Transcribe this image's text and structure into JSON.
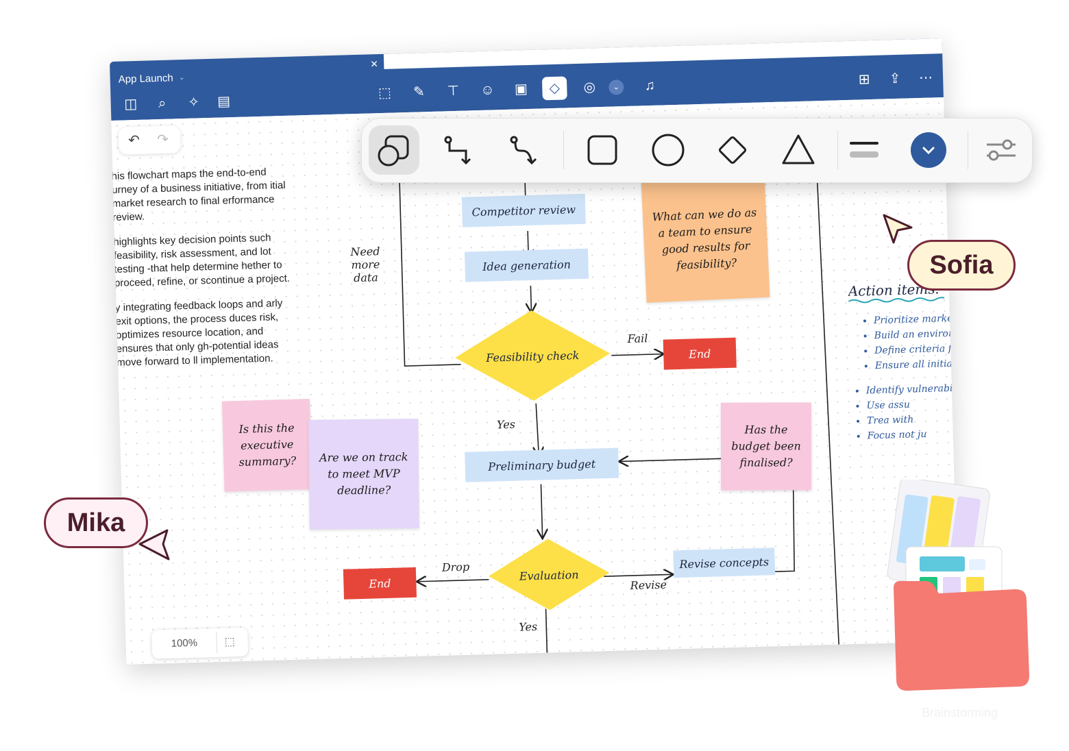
{
  "window": {
    "title": "App Launch",
    "close_icon": "close-icon",
    "toolbar_left": [
      "sidebar-icon",
      "search-icon",
      "magic-icon",
      "notes-icon"
    ],
    "toolbar_center": [
      "select-icon",
      "pen-icon",
      "text-box-icon",
      "sticker-icon",
      "image-icon",
      "shapes-icon",
      "lasso-icon",
      "chevron-down-icon",
      "audio-icon"
    ],
    "toolbar_right": [
      "new-page-icon",
      "share-icon",
      "more-icon"
    ],
    "accent": "#2f5a9d"
  },
  "shape_toolbar": {
    "items": [
      "shapes-icon",
      "elbow-connector-icon",
      "curved-connector-icon",
      "square-icon",
      "circle-icon",
      "diamond-icon",
      "triangle-icon",
      "line-style-icon",
      "color-picker-icon",
      "settings-sliders-icon"
    ],
    "selected": "shapes-icon",
    "color": "#2f5a9d"
  },
  "description": [
    "his flowchart maps the end-to-end urney of a business initiative, from itial market research to final erformance review.",
    "highlights key decision points such feasibility, risk assessment, and lot testing -that help determine hether to proceed, refine, or scontinue a project.",
    "y integrating feedback loops and arly exit options, the process duces risk, optimizes resource location, and ensures that only gh-potential ideas move forward to ll implementation."
  ],
  "zoom": "100%",
  "flow": {
    "competitor_review": "Competitor review",
    "idea_generation": "Idea generation",
    "feasibility_check": "Feasibility check",
    "end_1": "End",
    "preliminary_budget": "Preliminary budget",
    "evaluation": "Evaluation",
    "end_2": "End",
    "revise_concepts": "Revise concepts",
    "labels": {
      "need_more_data": "Need more data",
      "fail": "Fail",
      "yes_1": "Yes",
      "drop": "Drop",
      "revise": "Revise",
      "yes_2": "Yes"
    }
  },
  "stickies": {
    "orange": "What can we do as a team to ensure good results for feasibility?",
    "pink_left": "Is this the executive summary?",
    "lavender": "Are we on track to meet MVP deadline?",
    "pink_right": "Has the budget been finalised?"
  },
  "action_items": {
    "title": "Action items:",
    "items": [
      "Prioritize marke committing sign",
      "Build an environ explored without",
      "Define criteria f or ending them.",
      "Ensure all initiat budgets and RO",
      "Identify vulnerabilitie impact out",
      "Use assu",
      "Trea with",
      "Focus not ju"
    ]
  },
  "collaborators": [
    {
      "name": "Sofia",
      "color": "#fff5d6"
    },
    {
      "name": "Mika",
      "color": "#fff0f5"
    }
  ],
  "folder_label": "Brainstorming"
}
